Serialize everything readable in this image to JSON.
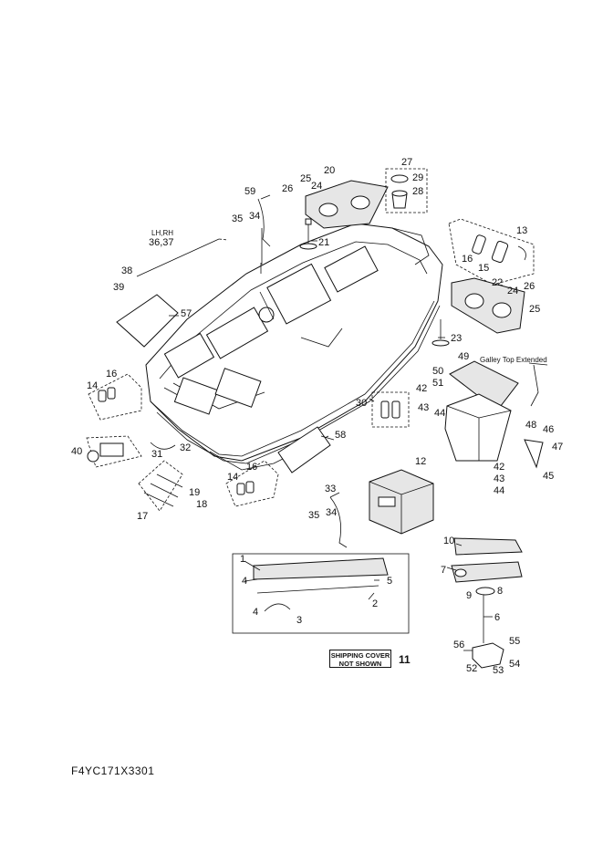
{
  "labels": {
    "l1": "1",
    "l2": "2",
    "l3": "3",
    "l4a": "4",
    "l4b": "4",
    "l5": "5",
    "l6": "6",
    "l7": "7",
    "l8": "8",
    "l9": "9",
    "l10": "10",
    "l11": "11",
    "l12": "12",
    "l13": "13",
    "l14a": "14",
    "l14b": "14",
    "l15": "15",
    "l16a": "16",
    "l16b": "16",
    "l16c": "16",
    "l17": "17",
    "l18": "18",
    "l19": "19",
    "l20": "20",
    "l21": "21",
    "l22": "22",
    "l23": "23",
    "l24a": "24",
    "l24b": "24",
    "l25a": "25",
    "l25b": "25",
    "l26a": "26",
    "l26b": "26",
    "l27": "27",
    "l28": "28",
    "l29": "29",
    "l30": "30",
    "l31": "31",
    "l32": "32",
    "l33": "33",
    "l34a": "34",
    "l34b": "34",
    "l35a": "35",
    "l35b": "35",
    "l3637": "36,37",
    "l38": "38",
    "l39": "39",
    "l40": "40",
    "l42a": "42",
    "l42b": "42",
    "l43a": "43",
    "l43b": "43",
    "l44a": "44",
    "l44b": "44",
    "l45": "45",
    "l46": "46",
    "l47": "47",
    "l48": "48",
    "l49": "49",
    "l50": "50",
    "l51": "51",
    "l52": "52",
    "l53": "53",
    "l54": "54",
    "l55": "55",
    "l56": "56",
    "l57": "57",
    "l58": "58",
    "l59": "59"
  },
  "notes": {
    "lhrh": "LH,RH",
    "galley": "Galley Top Extended",
    "shipping_line1": "SHIPPING COVER",
    "shipping_line2": "NOT SHOWN"
  },
  "diagram_code": "F4YC171X3301"
}
